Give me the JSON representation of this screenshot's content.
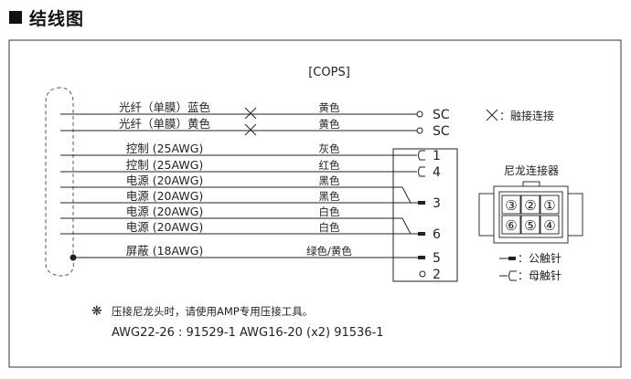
{
  "heading": {
    "title": "结线图"
  },
  "cable_label": "[COPS]",
  "wires": [
    {
      "label": "光纤（单膜）蓝色",
      "color": "黄色",
      "end": "SC",
      "end_type": "fiber"
    },
    {
      "label": "光纤（单膜）黄色",
      "color": "黄色",
      "end": "SC",
      "end_type": "fiber"
    },
    {
      "label": "控制 (25AWG)",
      "color": "灰色",
      "end": "1",
      "end_type": "female"
    },
    {
      "label": "控制 (25AWG)",
      "color": "红色",
      "end": "4",
      "end_type": "female"
    },
    {
      "label": "电源 (20AWG)",
      "color": "黑色",
      "end": "",
      "end_type": "join"
    },
    {
      "label": "电源 (20AWG)",
      "color": "黑色",
      "end": "3",
      "end_type": "male"
    },
    {
      "label": "电源 (20AWG)",
      "color": "白色",
      "end": "",
      "end_type": "join"
    },
    {
      "label": "电源 (20AWG)",
      "color": "白色",
      "end": "6",
      "end_type": "male"
    },
    {
      "label": "屏蔽 (18AWG)",
      "color": "绿色/黄色",
      "end": "5",
      "end_type": "male"
    },
    {
      "label": "",
      "color": "",
      "end": "2",
      "end_type": "open"
    }
  ],
  "legend": {
    "splice": "：融接连接",
    "connector_title": "尼龙连接器",
    "male": "：公触针",
    "female": "：母触针"
  },
  "connector_pins": [
    "③",
    "②",
    "①",
    "⑥",
    "⑤",
    "④"
  ],
  "notes": {
    "mark": "❋",
    "line1": "压接尼龙头时，请使用AMP专用压接工具。",
    "line2": "AWG22-26 : 91529-1  AWG16-20 (x2) 91536-1"
  }
}
